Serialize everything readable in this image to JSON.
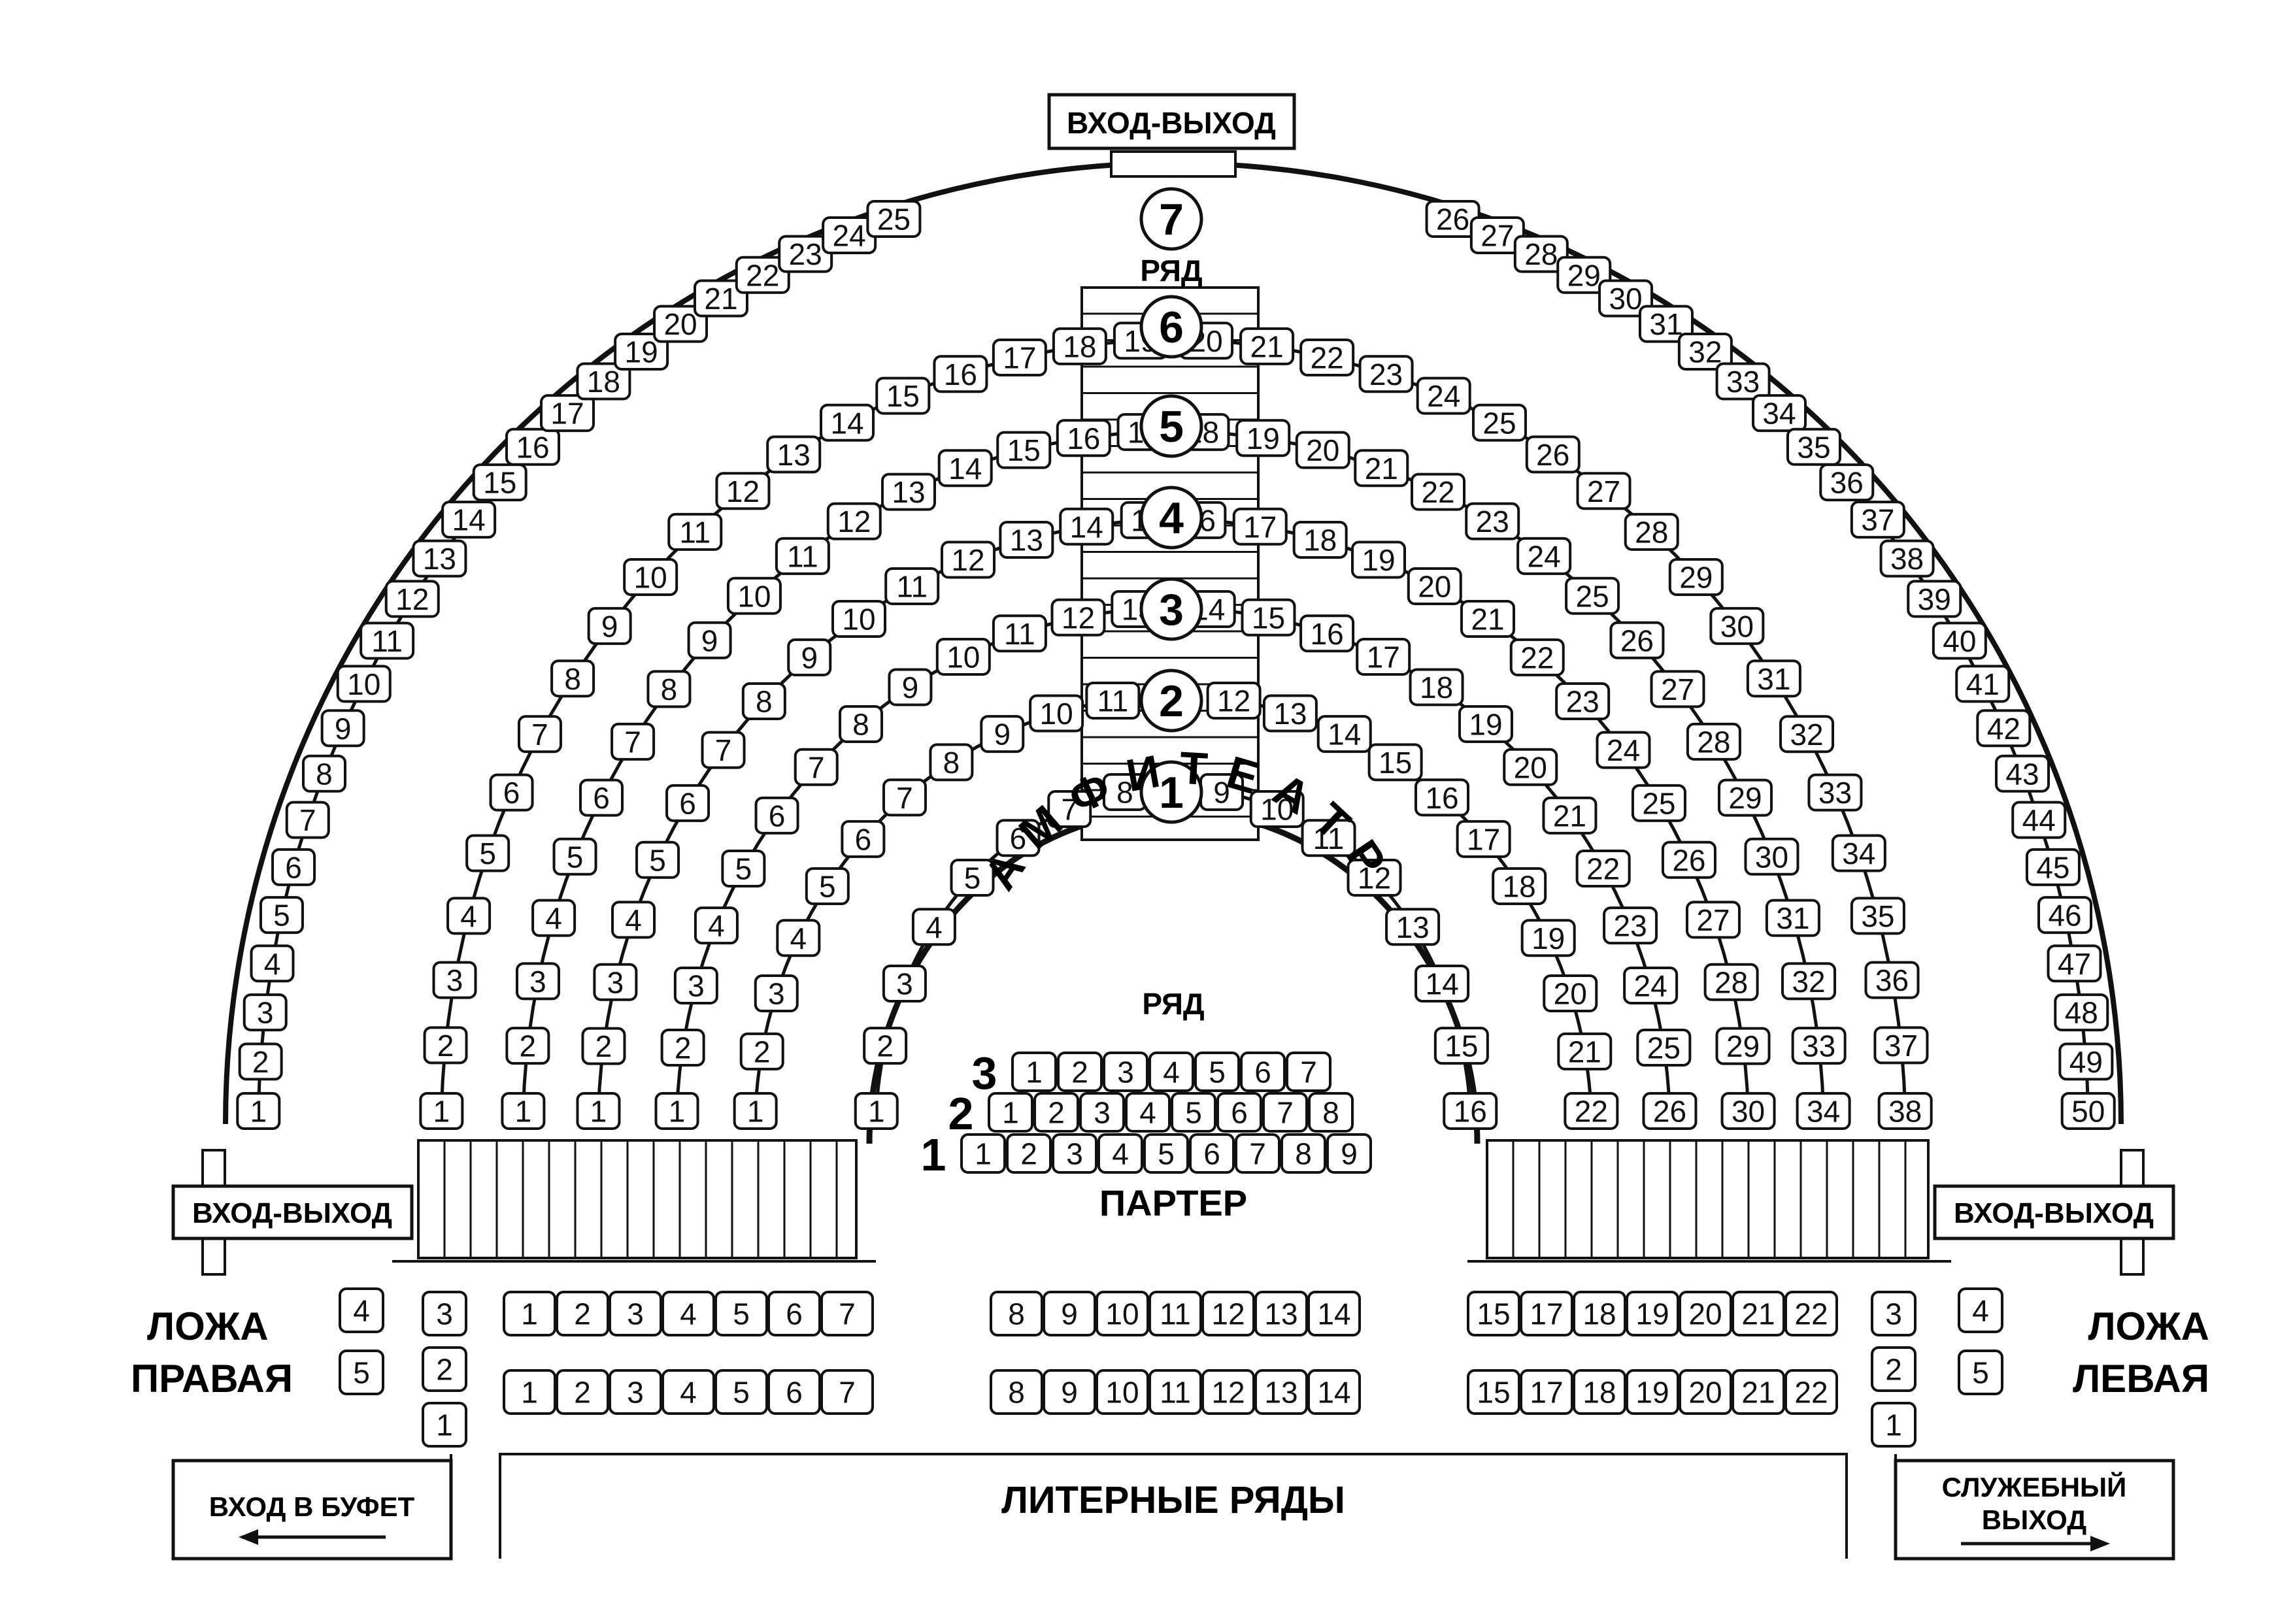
{
  "labels": {
    "entrance_exit": "ВХОД-ВЫХОД",
    "row": "РЯД",
    "amphitheater": "АМФИТЕАТР",
    "parterre": "ПАРТЕР",
    "box_right_l1": "ЛОЖА",
    "box_right_l2": "ПРАВАЯ",
    "box_left_l1": "ЛОЖА",
    "box_left_l2": "ЛЕВАЯ",
    "buffet_entrance": "ВХОД В БУФЕТ",
    "service_exit_l1": "СЛУЖЕБНЫЙ",
    "service_exit_l2": "ВЫХОД",
    "letter_rows": "ЛИТЕРНЫЕ  РЯДЫ"
  },
  "amphitheater_rows": [
    {
      "row": "1",
      "left_seats": 8,
      "right_first": 9,
      "right_last": 16
    },
    {
      "row": "2",
      "left_seats": 11,
      "right_first": 12,
      "right_last": 22
    },
    {
      "row": "3",
      "left_seats": 13,
      "right_first": 14,
      "right_last": 26
    },
    {
      "row": "4",
      "left_seats": 15,
      "right_first": 16,
      "right_last": 30
    },
    {
      "row": "5",
      "left_seats": 17,
      "right_first": 18,
      "right_last": 34
    },
    {
      "row": "6",
      "left_seats": 19,
      "right_first": 20,
      "right_last": 38
    },
    {
      "row": "7",
      "left_seats": 25,
      "right_first": 26,
      "right_last": 50
    }
  ],
  "parterre_rows": [
    {
      "row": "3",
      "seats": 7
    },
    {
      "row": "2",
      "seats": 8
    },
    {
      "row": "1",
      "seats": 9
    }
  ],
  "letter_blocks": [
    {
      "seats": [
        "1",
        "2",
        "3",
        "4",
        "5",
        "6",
        "7"
      ]
    },
    {
      "seats": [
        "8",
        "9",
        "10",
        "11",
        "12",
        "13",
        "14"
      ]
    },
    {
      "seats": [
        "15",
        "17",
        "18",
        "19",
        "20",
        "21",
        "22"
      ]
    }
  ],
  "boxes": {
    "right_outer": [
      "4",
      "5"
    ],
    "right_inner": [
      "3",
      "2",
      "1"
    ],
    "left_inner": [
      "3",
      "2",
      "1"
    ],
    "left_outer": [
      "4",
      "5"
    ]
  }
}
